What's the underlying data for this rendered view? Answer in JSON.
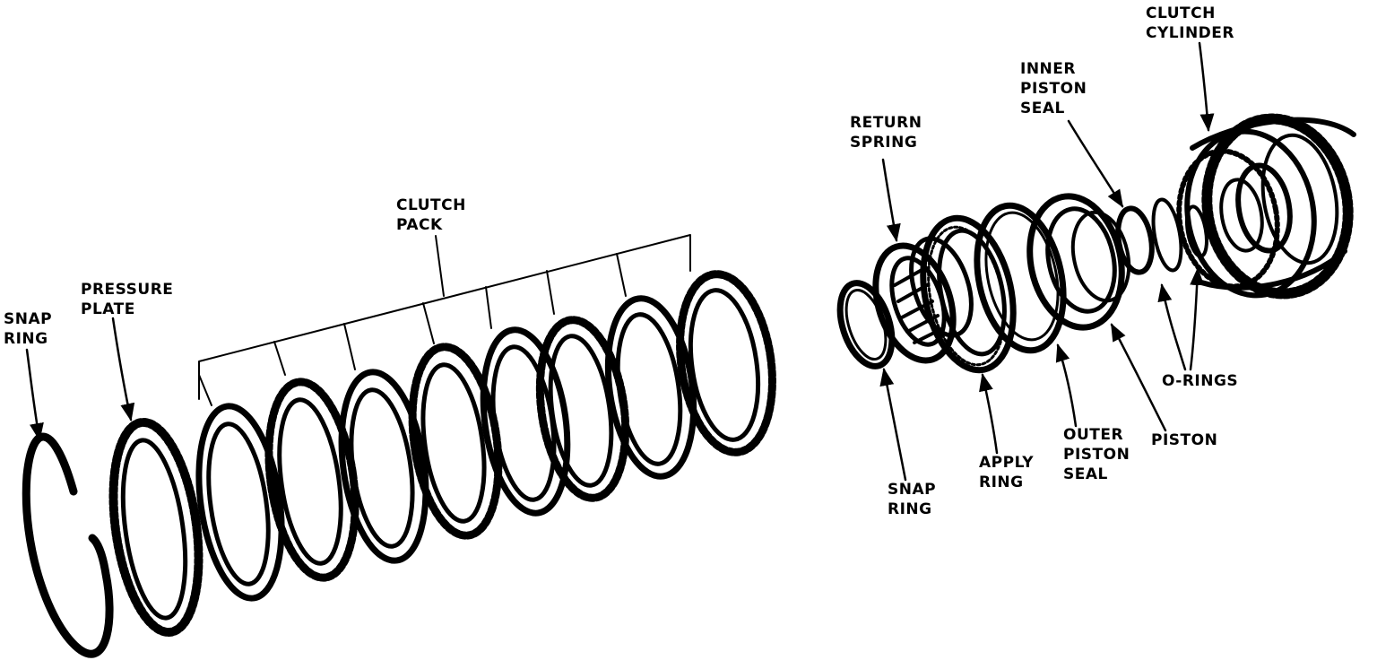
{
  "labels": {
    "snap_ring_left": [
      "SNAP",
      "RING"
    ],
    "pressure_plate": [
      "PRESSURE",
      "PLATE"
    ],
    "clutch_pack": [
      "CLUTCH",
      "PACK"
    ],
    "return_spring": [
      "RETURN",
      "SPRING"
    ],
    "inner_piston_seal": [
      "INNER",
      "PISTON",
      "SEAL"
    ],
    "clutch_cylinder": [
      "CLUTCH",
      "CYLINDER"
    ],
    "o_rings": [
      "O-RINGS"
    ],
    "piston": [
      "PISTON"
    ],
    "outer_piston_seal": [
      "OUTER",
      "PISTON",
      "SEAL"
    ],
    "apply_ring": [
      "APPLY",
      "RING"
    ],
    "snap_ring_right": [
      "SNAP",
      "RING"
    ]
  },
  "colors": {
    "ink": "#000000",
    "paper": "#ffffff"
  }
}
